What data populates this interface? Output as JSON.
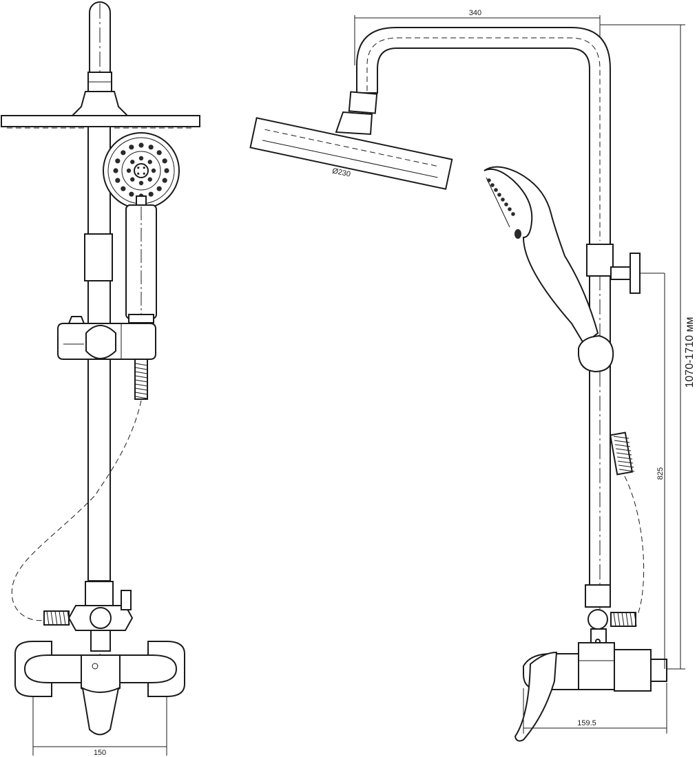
{
  "dimensions": {
    "top_width": "340",
    "head_diameter": "Ø230",
    "height_range": "1070-1710 мм",
    "holder_height": "825",
    "bottom_width_front": "150",
    "bottom_width_side": "159.5"
  },
  "colors": {
    "line": "#1a1a1a",
    "background": "#ffffff"
  }
}
